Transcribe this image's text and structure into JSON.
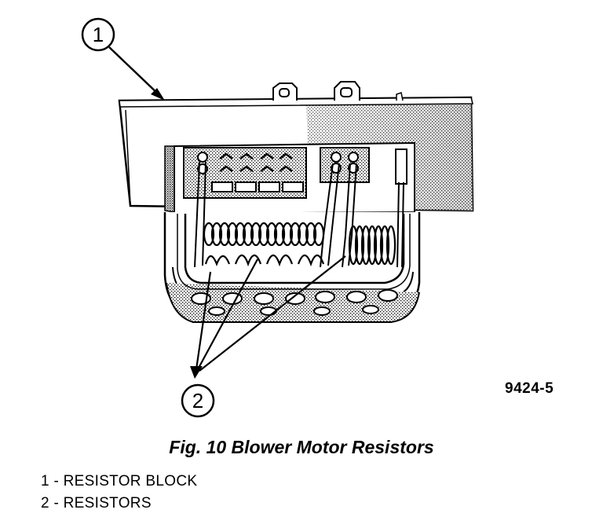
{
  "callouts": [
    {
      "number": "1"
    },
    {
      "number": "2"
    }
  ],
  "figure_number": "9424-5",
  "caption": "Fig. 10 Blower Motor Resistors",
  "legend": [
    {
      "text": "1 - RESISTOR BLOCK"
    },
    {
      "text": "2 - RESISTORS"
    }
  ]
}
